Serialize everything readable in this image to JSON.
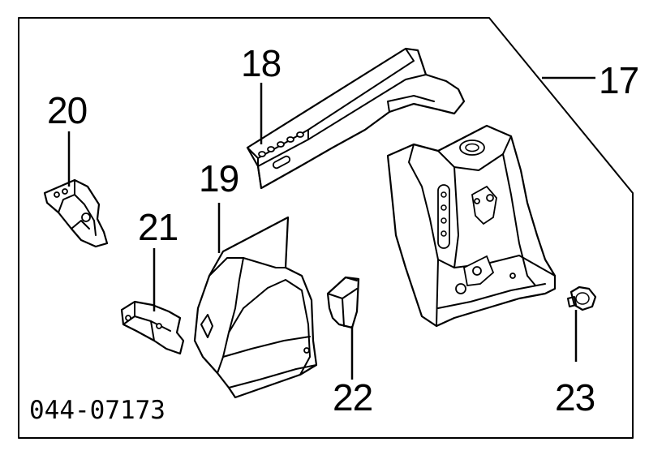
{
  "diagram": {
    "code": "044-07173",
    "callouts": {
      "p17": "17",
      "p18": "18",
      "p19": "19",
      "p20": "20",
      "p21": "21",
      "p22": "22",
      "p23": "23"
    }
  }
}
